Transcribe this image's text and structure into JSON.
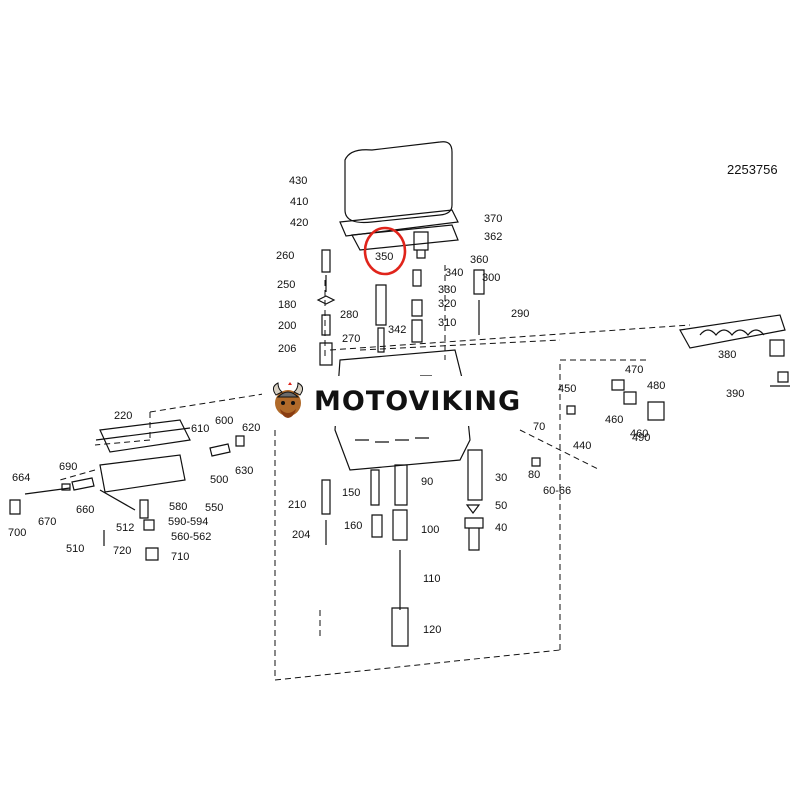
{
  "document_number": "2253756",
  "brand": {
    "name": "MOTOVIKING"
  },
  "highlight": {
    "part": "350",
    "color": "#e0241b"
  },
  "part_labels": [
    "430",
    "410",
    "420",
    "370",
    "362",
    "350",
    "360",
    "260",
    "340",
    "300",
    "250",
    "330",
    "180",
    "320",
    "290",
    "200",
    "280",
    "310",
    "270",
    "342",
    "206",
    "380",
    "220",
    "450",
    "470",
    "480",
    "460",
    "460",
    "390",
    "610",
    "600",
    "620",
    "490",
    "440",
    "630",
    "690",
    "664",
    "500",
    "70",
    "80",
    "30",
    "60-66",
    "210",
    "150",
    "90",
    "670",
    "660",
    "580",
    "550",
    "512",
    "590-594",
    "50",
    "510",
    "720",
    "560-562",
    "710",
    "204",
    "160",
    "100",
    "40",
    "700",
    "110",
    "120"
  ]
}
